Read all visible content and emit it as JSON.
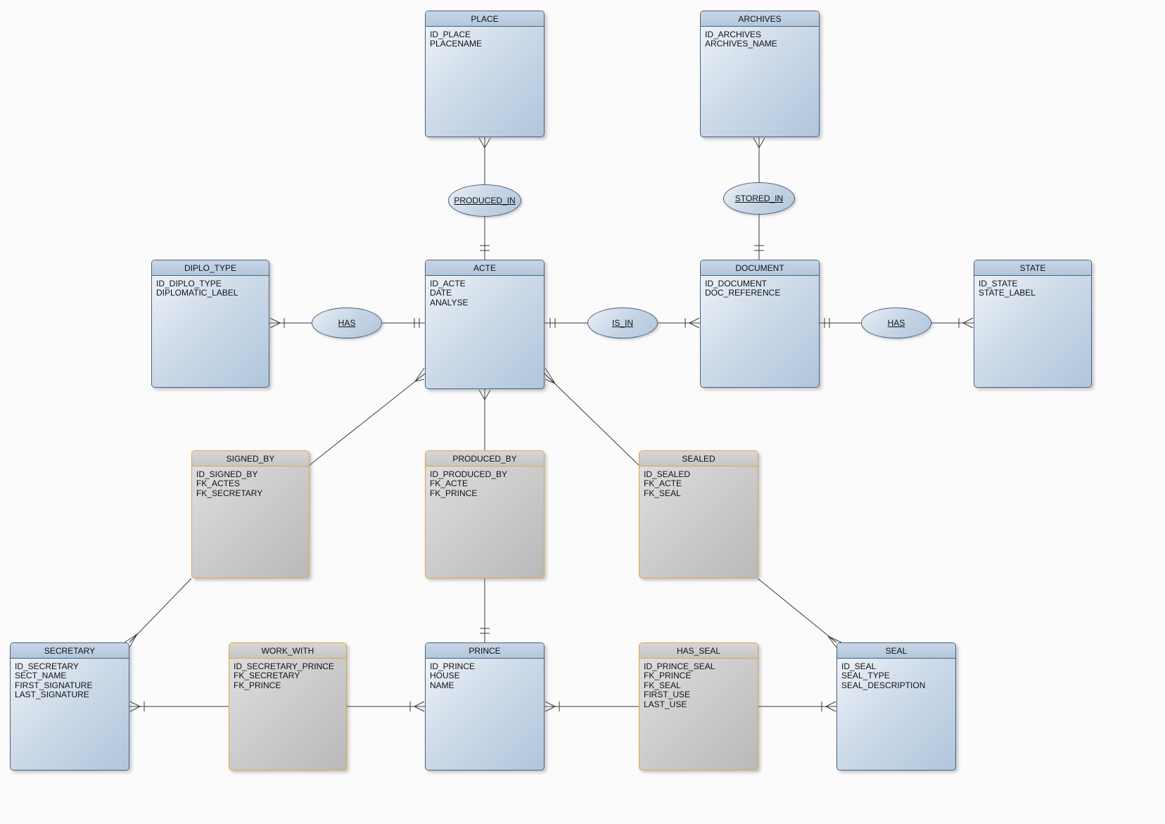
{
  "diagram": {
    "entities": {
      "place": {
        "name": "PLACE",
        "attributes": [
          "ID_PLACE",
          "PLACENAME"
        ]
      },
      "archives": {
        "name": "ARCHIVES",
        "attributes": [
          "ID_ARCHIVES",
          "ARCHIVES_NAME"
        ]
      },
      "diplo_type": {
        "name": "DIPLO_TYPE",
        "attributes": [
          "ID_DIPLO_TYPE",
          "DIPLOMATIC_LABEL"
        ]
      },
      "acte": {
        "name": "ACTE",
        "attributes": [
          "ID_ACTE",
          "DATE",
          "ANALYSE"
        ]
      },
      "document": {
        "name": "DOCUMENT",
        "attributes": [
          "ID_DOCUMENT",
          "DOC_REFERENCE"
        ]
      },
      "state": {
        "name": "STATE",
        "attributes": [
          "ID_STATE",
          "STATE_LABEL"
        ]
      },
      "secretary": {
        "name": "SECRETARY",
        "attributes": [
          "ID_SECRETARY",
          "SECT_NAME",
          "FIRST_SIGNATURE",
          "LAST_SIGNATURE"
        ]
      },
      "prince": {
        "name": "PRINCE",
        "attributes": [
          "ID_PRINCE",
          "HOUSE",
          "NAME"
        ]
      },
      "seal": {
        "name": "SEAL",
        "attributes": [
          "ID_SEAL",
          "SEAL_TYPE",
          "SEAL_DESCRIPTION"
        ]
      }
    },
    "associations": {
      "signed_by": {
        "name": "SIGNED_BY",
        "attributes": [
          "ID_SIGNED_BY",
          "FK_ACTES",
          "FK_SECRETARY"
        ]
      },
      "produced_by": {
        "name": "PRODUCED_BY",
        "attributes": [
          "ID_PRODUCED_BY",
          "FK_ACTE",
          "FK_PRINCE"
        ]
      },
      "sealed": {
        "name": "SEALED",
        "attributes": [
          "ID_SEALED",
          "FK_ACTE",
          "FK_SEAL"
        ]
      },
      "work_with": {
        "name": "WORK_WITH",
        "attributes": [
          "ID_SECRETARY_PRINCE",
          "FK_SECRETARY",
          "FK_PRINCE"
        ]
      },
      "has_seal": {
        "name": "HAS_SEAL",
        "attributes": [
          "ID_PRINCE_SEAL",
          "FK_PRINCE",
          "FK_SEAL",
          "FIRST_USE",
          "LAST_USE"
        ]
      }
    },
    "relationships": {
      "produced_in": {
        "label": "PRODUCED_IN"
      },
      "stored_in": {
        "label": "STORED_IN"
      },
      "has_diplo": {
        "label": "HAS"
      },
      "is_in": {
        "label": "IS_IN"
      },
      "has_state": {
        "label": "HAS"
      }
    },
    "colors": {
      "entity_border": "#4e6175",
      "entity_fill_light": "#f0f5fb",
      "entity_fill_dark": "#b0c6dc",
      "association_border": "#e8a33d",
      "association_fill_light": "#e0e0e0",
      "association_fill_dark": "#b9b9b9",
      "line": "#3a3a3a"
    }
  }
}
